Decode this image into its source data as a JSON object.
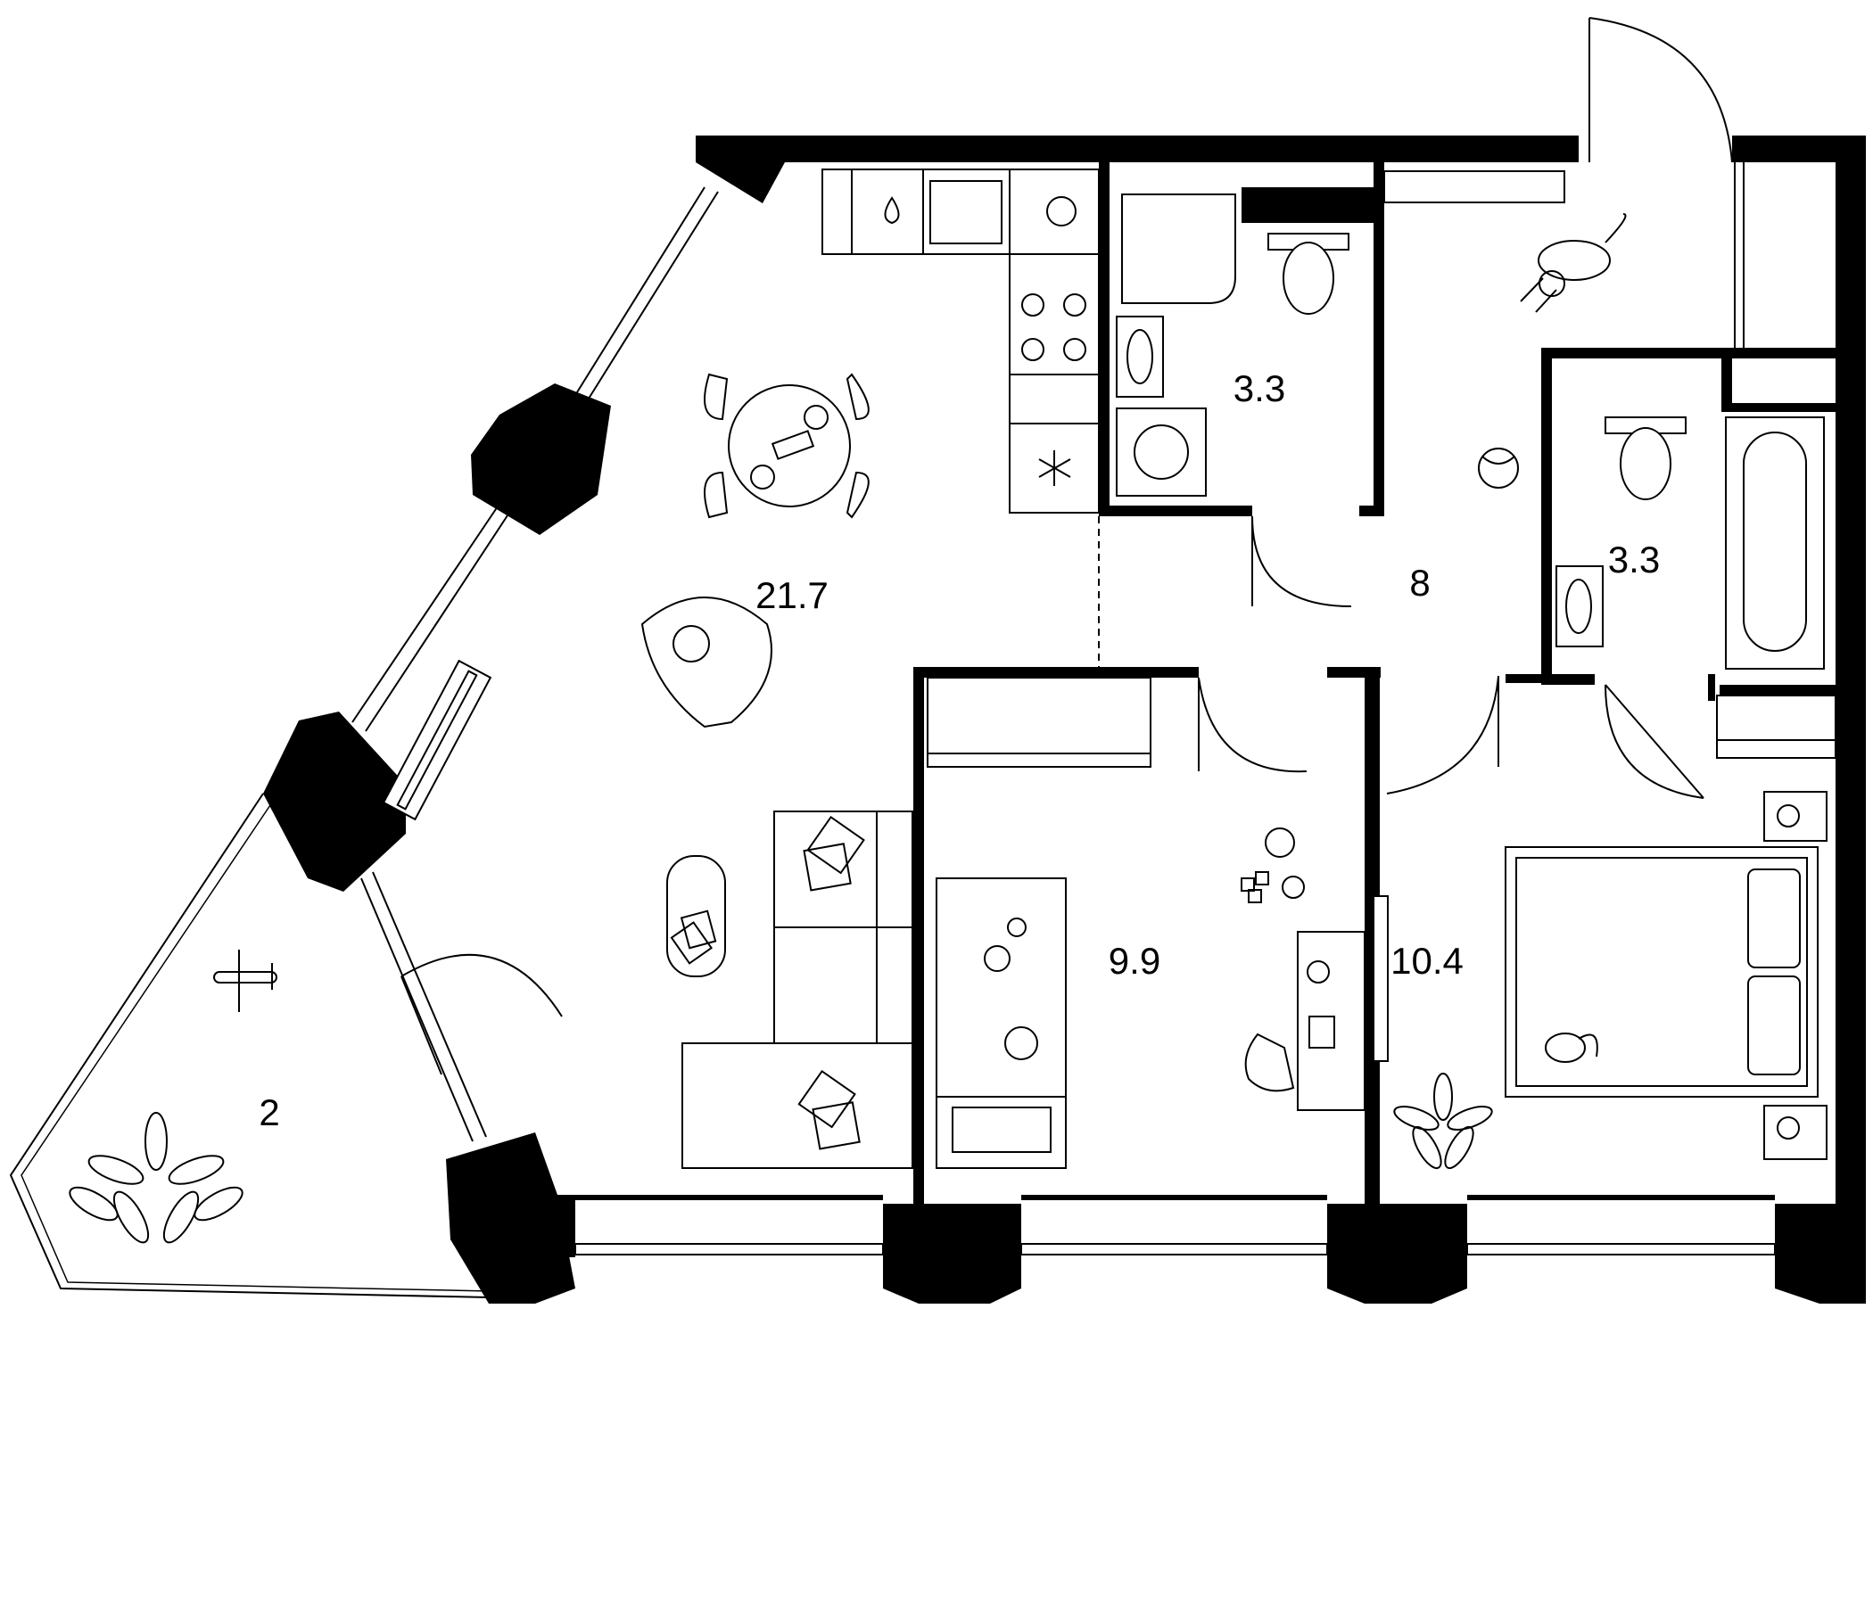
{
  "rooms": [
    {
      "id": "living-kitchen",
      "area": "21.7"
    },
    {
      "id": "bathroom-1",
      "area": "3.3"
    },
    {
      "id": "hallway",
      "area": "8"
    },
    {
      "id": "bathroom-2",
      "area": "3.3"
    },
    {
      "id": "kids-room",
      "area": "9.9"
    },
    {
      "id": "bedroom",
      "area": "10.4"
    },
    {
      "id": "balcony",
      "area": "2"
    }
  ],
  "colors": {
    "wall": "#000000",
    "background": "#ffffff"
  },
  "icons": [
    "dog-icon",
    "cat-icon",
    "plant-icon",
    "airplane-toy-icon",
    "teddy-bear-icon",
    "ball-icon",
    "toy-blocks-icon",
    "washing-machine-icon",
    "fridge-icon"
  ]
}
